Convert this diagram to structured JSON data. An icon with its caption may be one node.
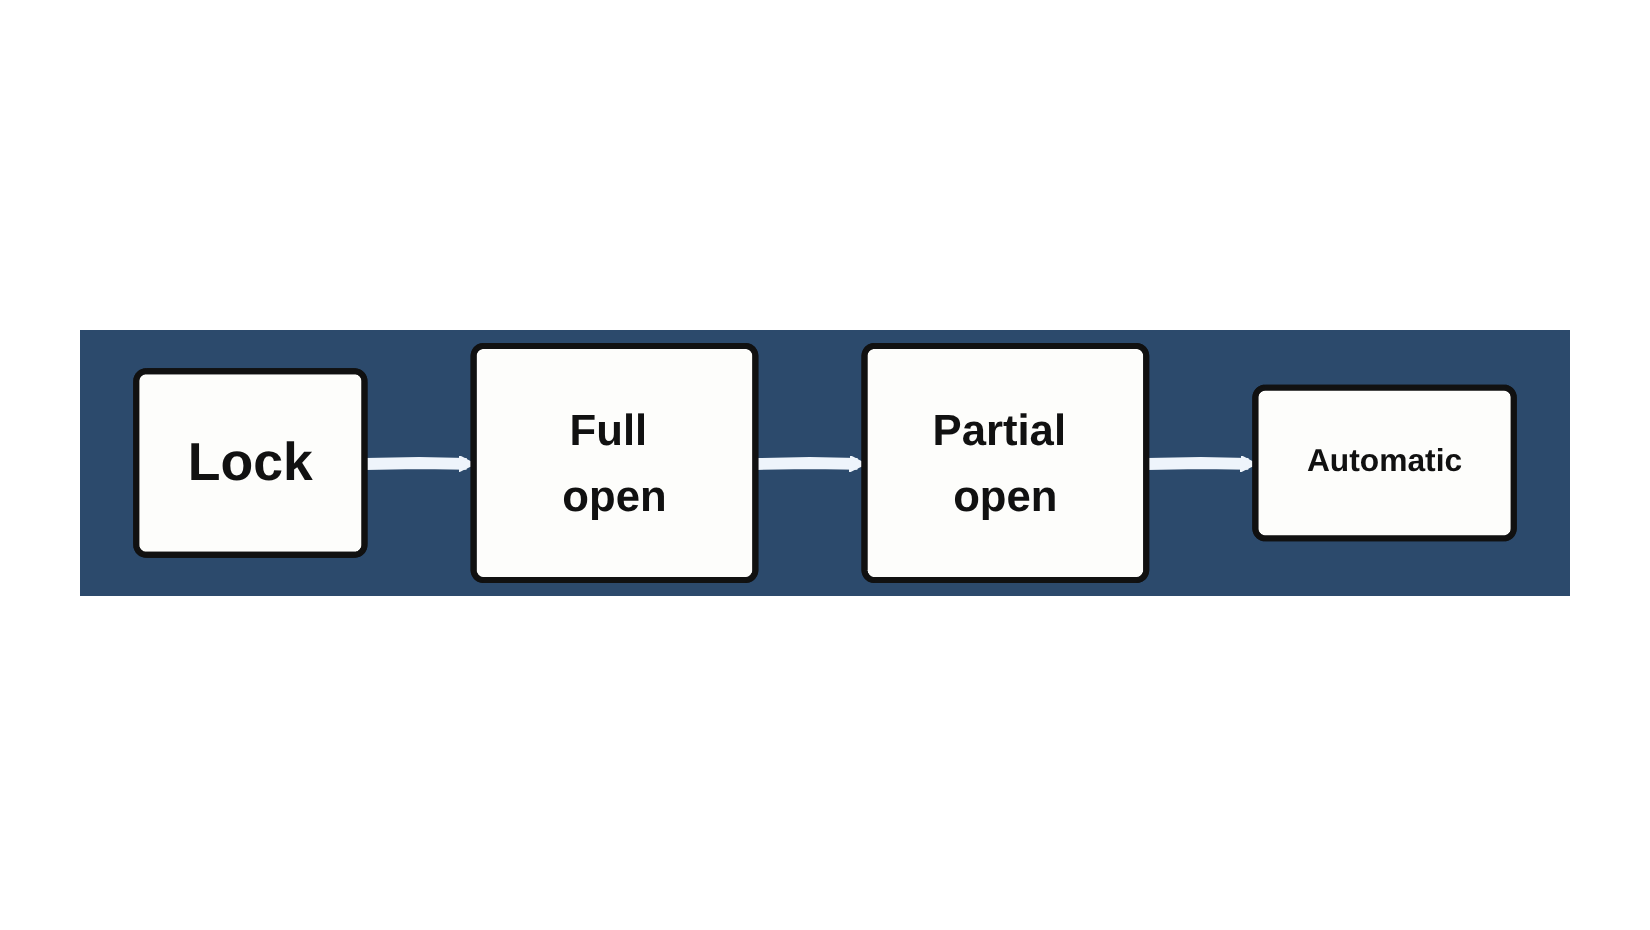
{
  "diagram": {
    "nodes": [
      {
        "text": [
          "Lock"
        ]
      },
      {
        "text": [
          "Full open"
        ]
      },
      {
        "text": [
          "Partial open"
        ]
      },
      {
        "text": [
          "Automatic"
        ]
      }
    ],
    "edges": [
      {
        "from": 0,
        "to": 1,
        "arrow": "to"
      },
      {
        "from": 1,
        "to": 2,
        "arrow": "to"
      },
      {
        "from": 2,
        "to": 3,
        "arrow": "to"
      }
    ]
  }
}
